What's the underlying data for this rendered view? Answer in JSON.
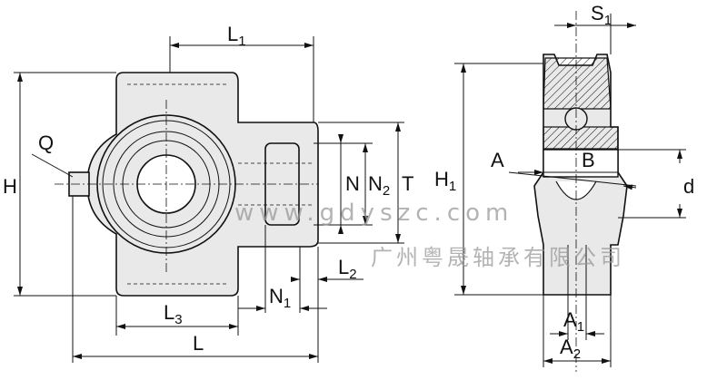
{
  "labels": {
    "L1": {
      "main": "L",
      "sub": "1"
    },
    "Q": "Q",
    "H": "H",
    "N": "N",
    "N2": {
      "main": "N",
      "sub": "2"
    },
    "T": "T",
    "H1": {
      "main": "H",
      "sub": "1"
    },
    "A": "A",
    "B": "B",
    "d": "d",
    "S1": {
      "main": "S",
      "sub": "1"
    },
    "L2": {
      "main": "L",
      "sub": "2"
    },
    "N1": {
      "main": "N",
      "sub": "1"
    },
    "L3": {
      "main": "L",
      "sub": "3"
    },
    "L": "L",
    "A1": {
      "main": "A",
      "sub": "1"
    },
    "A2": {
      "main": "A",
      "sub": "2"
    }
  },
  "watermark": {
    "company": "广州粤晟轴承有限公司",
    "url": "www.gdyszc.com"
  }
}
